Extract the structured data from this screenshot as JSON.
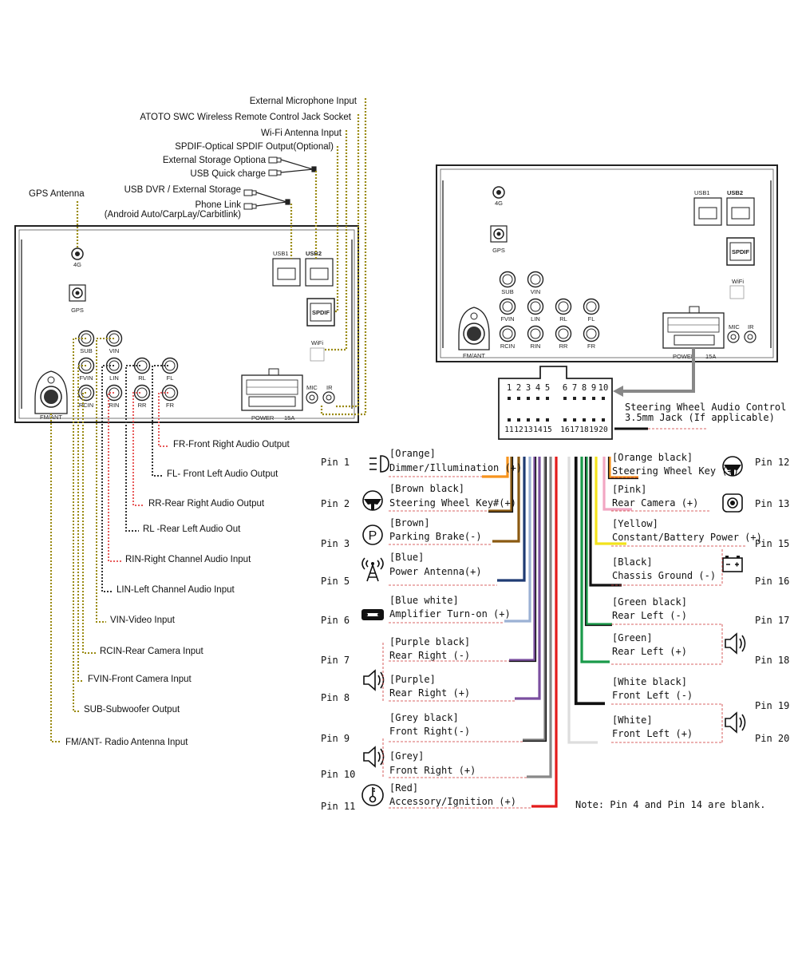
{
  "top_labels": {
    "ext_mic": "External Microphone Input",
    "swc": "ATOTO SWC Wireless  Remote Control Jack Socket",
    "wifi_ant": "Wi-Fi Antenna Input",
    "spdif_out": "SPDIF-Optical SPDIF Output(Optional)",
    "ext_storage": "External Storage Optiona",
    "usb_quick": "USB Quick charge",
    "usb_dvr": "USB DVR / External Storage",
    "phone_link": "Phone Link",
    "phone_link_sub": "(Android Auto/CarpLay/Carbitlink)",
    "gps_antenna": "GPS Antenna"
  },
  "left_panel": {
    "ports": {
      "g4": "4G",
      "gps": "GPS",
      "usb1": "USB1",
      "usb2": "USB2",
      "spdif": "SPDIF",
      "wifi": "WiFi",
      "sub": "SUB",
      "vin": "VIN",
      "fvin": "FVIN",
      "lin": "LIN",
      "rl": "RL",
      "fl": "FL",
      "rcin": "RCIN",
      "rin": "RIN",
      "rr": "RR",
      "fr": "FR",
      "fmant": "FM/ANT",
      "mic": "MIC",
      "ir": "IR",
      "power": "POWER",
      "amp": "15A"
    }
  },
  "callouts": [
    "FR-Front Right Audio Output",
    "FL- Front Left Audio Output",
    "RR-Rear Right Audio Output",
    "RL -Rear Left Audio Out",
    "RIN-Right Channel Audio Input",
    "LIN-Left Channel Audio Input",
    "VIN-Video Input",
    "RCIN-Rear Camera Input",
    "FVIN-Front Camera Input",
    "SUB-Subwoofer Output",
    "FM/ANT- Radio Antenna Input"
  ],
  "connector": {
    "top_pins": [
      "1",
      "2",
      "3",
      "4",
      "5",
      "6",
      "7",
      "8",
      "9",
      "10"
    ],
    "bottom_pins": [
      "11",
      "12",
      "13",
      "14",
      "15",
      "16",
      "17",
      "18",
      "19",
      "20"
    ],
    "swc_line1": "Steering Wheel Audio Control",
    "swc_line2": "3.5mm Jack (If applicable)"
  },
  "pins_left": [
    {
      "pin": "Pin 1",
      "color_name": "[Orange]",
      "desc": "Dimmer/Illumination (+)",
      "icon": "dimmer-icon",
      "wire": "#f7941d"
    },
    {
      "pin": "Pin 2",
      "color_name": "[Brown black]",
      "desc": "Steering Wheel Key#(+)",
      "icon": "steering-wheel-icon",
      "wire": "#8b5a12"
    },
    {
      "pin": "Pin 3",
      "color_name": "[Brown]",
      "desc": "Parking Brake(-)",
      "icon": "parking-icon",
      "wire": "#8b5a12"
    },
    {
      "pin": "Pin 5",
      "color_name": "[Blue]",
      "desc": "Power Antenna(+)",
      "icon": "antenna-icon",
      "wire": "#1f3b73"
    },
    {
      "pin": "Pin 6",
      "color_name": "[Blue white]",
      "desc": "Amplifier Turn-on (+)",
      "icon": "amplifier-icon",
      "wire": "#9bb1d4"
    },
    {
      "pin": "Pin 7",
      "color_name": "[Purple black]",
      "desc": "Rear Right (-)",
      "icon": "",
      "wire": "#7b4fa0"
    },
    {
      "pin": "Pin 8",
      "color_name": "[Purple]",
      "desc": "Rear Right (+)",
      "icon": "speaker-icon",
      "wire": "#7b4fa0"
    },
    {
      "pin": "Pin 9",
      "color_name": "[Grey black]",
      "desc": "Front Right(-)",
      "icon": "",
      "wire": "#777777"
    },
    {
      "pin": "Pin 10",
      "color_name": "[Grey]",
      "desc": "Front Right (+)",
      "icon": "speaker-icon",
      "wire": "#888888"
    },
    {
      "pin": "Pin 11",
      "color_name": "[Red]",
      "desc": "Accessory/Ignition (+)",
      "icon": "ignition-key-icon",
      "wire": "#e31b1b"
    }
  ],
  "pins_right": [
    {
      "pin": "Pin 12",
      "color_name": "[Orange black]",
      "desc": "Steering Wheel Key (+)",
      "icon": "steering-wheel-icon",
      "wire": "#f7941d"
    },
    {
      "pin": "Pin 13",
      "color_name": "[Pink]",
      "desc": "Rear Camera (+)",
      "icon": "camera-icon",
      "wire": "#f2a7c3"
    },
    {
      "pin": "Pin 15",
      "color_name": "[Yellow]",
      "desc": "Constant/Battery Power (+)",
      "icon": "",
      "wire": "#f2e21b"
    },
    {
      "pin": "Pin 16",
      "color_name": "[Black]",
      "desc": "Chassis Ground (-)",
      "icon": "battery-icon",
      "wire": "#111111"
    },
    {
      "pin": "Pin 17",
      "color_name": "[Green black]",
      "desc": "Rear Left (-)",
      "icon": "",
      "wire": "#1a9a4a"
    },
    {
      "pin": "Pin 18",
      "color_name": "[Green]",
      "desc": "Rear Left (+)",
      "icon": "speaker-icon",
      "wire": "#1a9a4a"
    },
    {
      "pin": "Pin 19",
      "color_name": "[White black]",
      "desc": "Front Left (-)",
      "icon": "",
      "wire": "#111111"
    },
    {
      "pin": "Pin 20",
      "color_name": "[White]",
      "desc": "Front Left (+)",
      "icon": "speaker-icon",
      "wire": "#dddddd"
    }
  ],
  "note": "Note: Pin 4 and Pin 14 are blank."
}
